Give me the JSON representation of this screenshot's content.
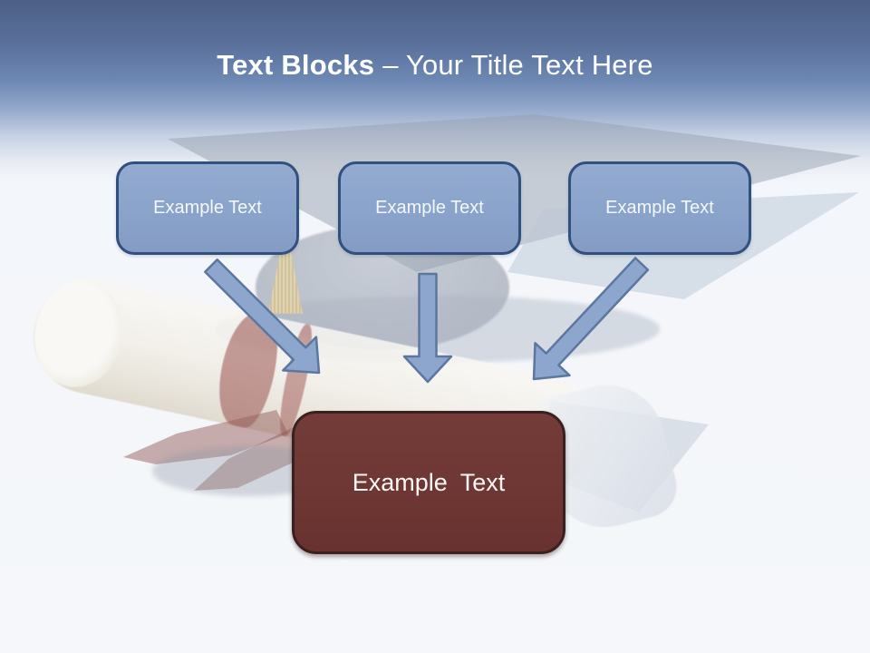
{
  "title": {
    "emphasis": "Text Blocks",
    "regular": "– Your Title Text Here"
  },
  "text_blocks": [
    {
      "label": "Example Text"
    },
    {
      "label": "Example Text"
    },
    {
      "label": "Example Text"
    }
  ],
  "result_block": {
    "label": "Example Text"
  },
  "arrows": [
    {
      "direction": "down-right"
    },
    {
      "direction": "down"
    },
    {
      "direction": "down-left"
    }
  ],
  "artwork": {
    "description": "faded photo of graduation mortarboard cap with tassel and rolled diploma tied with red ribbon"
  },
  "colors": {
    "header_top": "#4D6086",
    "header_mid": "#7089B5",
    "background": "#F5F7FA",
    "title_text": "#FFFFFF",
    "block_fill": "#8CA5CC",
    "block_border": "#31507E",
    "result_fill": "#6E3734",
    "result_border": "#3A201E",
    "arrow_fill": "#8DA6CE",
    "arrow_stroke": "#5C779F",
    "ribbon_red": "#8B3430",
    "tassel_gold": "#D2BD87"
  }
}
